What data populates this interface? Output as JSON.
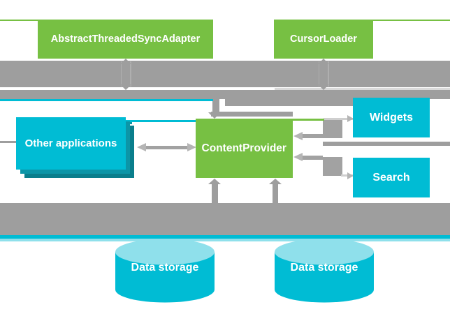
{
  "diagram": {
    "nodes": {
      "sync_adapter": "AbstractThreadedSyncAdapter",
      "cursor_loader": "CursorLoader",
      "other_applications": "Other applications",
      "content_provider": "ContentProvider",
      "widgets": "Widgets",
      "search": "Search",
      "data_storage_left": "Data storage",
      "data_storage_right": "Data storage"
    },
    "colors": {
      "node_green": "#77C043",
      "node_cyan": "#00BCD4",
      "shadow_teal": "#0C95A7",
      "shadow_teal_dark": "#0A7E8C",
      "cylinder_top_cyan": "#8FE0EB",
      "arrow_gray": "#9E9E9E",
      "arrowhead_light_gray": "#B5B5B5",
      "label_text": "#FFFFFF"
    }
  }
}
